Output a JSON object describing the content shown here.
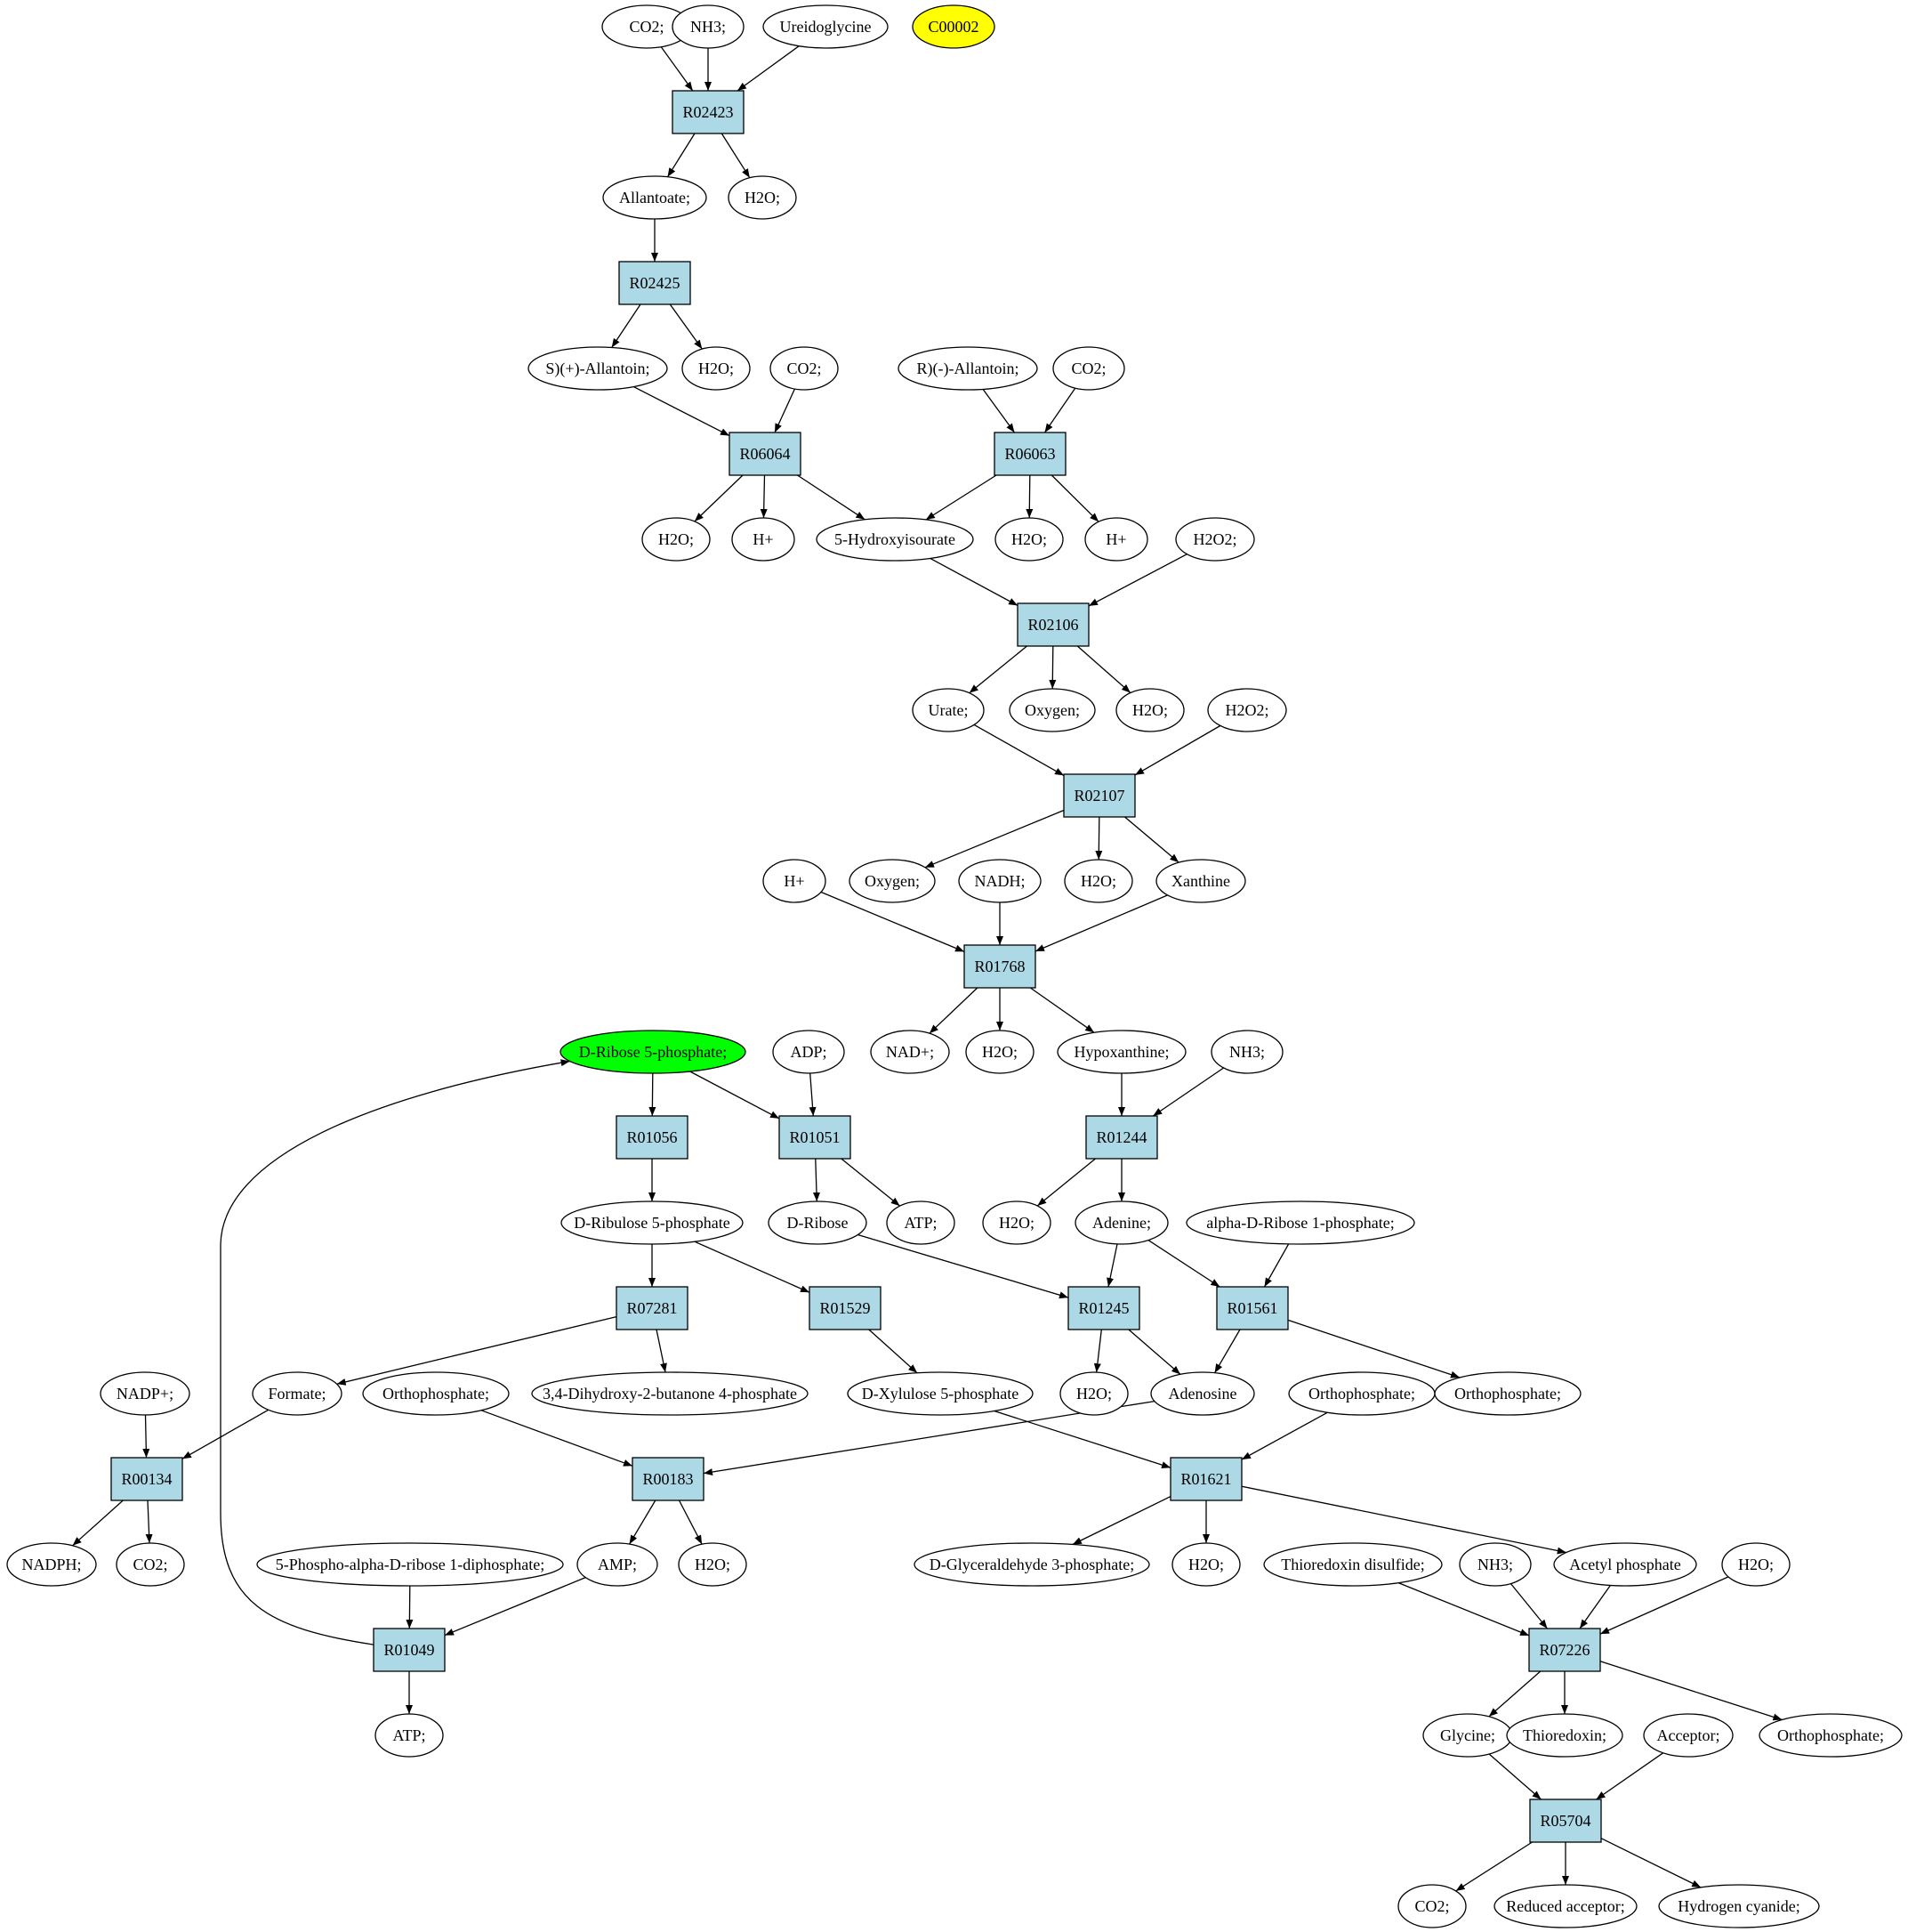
{
  "colors": {
    "reaction_fill": "#add8e6",
    "compound_fill": "#ffffff",
    "start_fill": "#00ff00",
    "target_fill": "#ffff00",
    "stroke": "#000000"
  },
  "nodes": {
    "c_co2_1": {
      "label": "CO2;",
      "shape": "ellipse"
    },
    "c_nh3_1": {
      "label": "NH3;",
      "shape": "ellipse"
    },
    "c_ureidoglycine": {
      "label": "Ureidoglycine",
      "shape": "ellipse"
    },
    "c_c00002": {
      "label": "C00002",
      "shape": "ellipse",
      "fill": "target"
    },
    "r_R02423": {
      "label": "R02423",
      "shape": "rect"
    },
    "c_allantoate": {
      "label": "Allantoate;",
      "shape": "ellipse"
    },
    "c_h2o_1": {
      "label": "H2O;",
      "shape": "ellipse"
    },
    "r_R02425": {
      "label": "R02425",
      "shape": "rect"
    },
    "c_s_allantoin": {
      "label": "S)(+)-Allantoin;",
      "shape": "ellipse"
    },
    "c_h2o_2": {
      "label": "H2O;",
      "shape": "ellipse"
    },
    "c_co2_2": {
      "label": "CO2;",
      "shape": "ellipse"
    },
    "c_r_allantoin": {
      "label": "R)(-)-Allantoin;",
      "shape": "ellipse"
    },
    "c_co2_3": {
      "label": "CO2;",
      "shape": "ellipse"
    },
    "r_R06064": {
      "label": "R06064",
      "shape": "rect"
    },
    "r_R06063": {
      "label": "R06063",
      "shape": "rect"
    },
    "c_h2o_3": {
      "label": "H2O;",
      "shape": "ellipse"
    },
    "c_hplus_1": {
      "label": "H+",
      "shape": "ellipse"
    },
    "c_5hiu": {
      "label": "5-Hydroxyisourate",
      "shape": "ellipse"
    },
    "c_h2o_4": {
      "label": "H2O;",
      "shape": "ellipse"
    },
    "c_hplus_2": {
      "label": "H+",
      "shape": "ellipse"
    },
    "c_h2o2_1": {
      "label": "H2O2;",
      "shape": "ellipse"
    },
    "r_R02106": {
      "label": "R02106",
      "shape": "rect"
    },
    "c_urate": {
      "label": "Urate;",
      "shape": "ellipse"
    },
    "c_oxygen_1": {
      "label": "Oxygen;",
      "shape": "ellipse"
    },
    "c_h2o_5": {
      "label": "H2O;",
      "shape": "ellipse"
    },
    "c_h2o2_2": {
      "label": "H2O2;",
      "shape": "ellipse"
    },
    "r_R02107": {
      "label": "R02107",
      "shape": "rect"
    },
    "c_hplus_3": {
      "label": "H+",
      "shape": "ellipse"
    },
    "c_oxygen_2": {
      "label": "Oxygen;",
      "shape": "ellipse"
    },
    "c_nadh": {
      "label": "NADH;",
      "shape": "ellipse"
    },
    "c_h2o_6": {
      "label": "H2O;",
      "shape": "ellipse"
    },
    "c_xanthine": {
      "label": "Xanthine",
      "shape": "ellipse"
    },
    "r_R01768": {
      "label": "R01768",
      "shape": "rect"
    },
    "c_r5p": {
      "label": "D-Ribose 5-phosphate;",
      "shape": "ellipse",
      "fill": "start"
    },
    "c_adp": {
      "label": "ADP;",
      "shape": "ellipse"
    },
    "c_nadplus": {
      "label": "NAD+;",
      "shape": "ellipse"
    },
    "c_h2o_7": {
      "label": "H2O;",
      "shape": "ellipse"
    },
    "c_hypoxanthine": {
      "label": "Hypoxanthine;",
      "shape": "ellipse"
    },
    "c_nh3_2": {
      "label": "NH3;",
      "shape": "ellipse"
    },
    "r_R01056": {
      "label": "R01056",
      "shape": "rect"
    },
    "r_R01051": {
      "label": "R01051",
      "shape": "rect"
    },
    "r_R01244": {
      "label": "R01244",
      "shape": "rect"
    },
    "c_ru5p": {
      "label": "D-Ribulose 5-phosphate",
      "shape": "ellipse"
    },
    "c_dribose": {
      "label": "D-Ribose",
      "shape": "ellipse"
    },
    "c_atp_1": {
      "label": "ATP;",
      "shape": "ellipse"
    },
    "c_h2o_8": {
      "label": "H2O;",
      "shape": "ellipse"
    },
    "c_adenine": {
      "label": "Adenine;",
      "shape": "ellipse"
    },
    "c_ar1p": {
      "label": "alpha-D-Ribose 1-phosphate;",
      "shape": "ellipse"
    },
    "r_R07281": {
      "label": "R07281",
      "shape": "rect"
    },
    "r_R01529": {
      "label": "R01529",
      "shape": "rect"
    },
    "r_R01245": {
      "label": "R01245",
      "shape": "rect"
    },
    "r_R01561": {
      "label": "R01561",
      "shape": "rect"
    },
    "c_nadpplus": {
      "label": "NADP+;",
      "shape": "ellipse"
    },
    "c_formate": {
      "label": "Formate;",
      "shape": "ellipse"
    },
    "c_ortho_1": {
      "label": "Orthophosphate;",
      "shape": "ellipse"
    },
    "c_dhbp": {
      "label": "3,4-Dihydroxy-2-butanone 4-phosphate",
      "shape": "ellipse"
    },
    "c_xu5p": {
      "label": "D-Xylulose 5-phosphate",
      "shape": "ellipse"
    },
    "c_h2o_9": {
      "label": "H2O;",
      "shape": "ellipse"
    },
    "c_adenosine": {
      "label": "Adenosine",
      "shape": "ellipse"
    },
    "c_ortho_2": {
      "label": "Orthophosphate;",
      "shape": "ellipse"
    },
    "c_ortho_3": {
      "label": "Orthophosphate;",
      "shape": "ellipse"
    },
    "r_R00134": {
      "label": "R00134",
      "shape": "rect"
    },
    "r_R00183": {
      "label": "R00183",
      "shape": "rect"
    },
    "r_R01621": {
      "label": "R01621",
      "shape": "rect"
    },
    "c_nadph": {
      "label": "NADPH;",
      "shape": "ellipse"
    },
    "c_co2_4": {
      "label": "CO2;",
      "shape": "ellipse"
    },
    "c_prpp": {
      "label": "5-Phospho-alpha-D-ribose 1-diphosphate;",
      "shape": "ellipse"
    },
    "c_amp": {
      "label": "AMP;",
      "shape": "ellipse"
    },
    "c_h2o_10": {
      "label": "H2O;",
      "shape": "ellipse"
    },
    "c_g3p": {
      "label": "D-Glyceraldehyde 3-phosphate;",
      "shape": "ellipse"
    },
    "c_h2o_11": {
      "label": "H2O;",
      "shape": "ellipse"
    },
    "c_trx_ss": {
      "label": "Thioredoxin disulfide;",
      "shape": "ellipse"
    },
    "c_nh3_3": {
      "label": "NH3;",
      "shape": "ellipse"
    },
    "c_acetylp": {
      "label": "Acetyl phosphate",
      "shape": "ellipse"
    },
    "c_h2o_12": {
      "label": "H2O;",
      "shape": "ellipse"
    },
    "r_R01049": {
      "label": "R01049",
      "shape": "rect"
    },
    "r_R07226": {
      "label": "R07226",
      "shape": "rect"
    },
    "c_atp_2": {
      "label": "ATP;",
      "shape": "ellipse"
    },
    "c_glycine": {
      "label": "Glycine;",
      "shape": "ellipse"
    },
    "c_thioredoxin": {
      "label": "Thioredoxin;",
      "shape": "ellipse"
    },
    "c_acceptor": {
      "label": "Acceptor;",
      "shape": "ellipse"
    },
    "c_ortho_4": {
      "label": "Orthophosphate;",
      "shape": "ellipse"
    },
    "r_R05704": {
      "label": "R05704",
      "shape": "rect"
    },
    "c_co2_5": {
      "label": "CO2;",
      "shape": "ellipse"
    },
    "c_red_acceptor": {
      "label": "Reduced acceptor;",
      "shape": "ellipse"
    },
    "c_hcn": {
      "label": "Hydrogen cyanide;",
      "shape": "ellipse"
    }
  },
  "edges": [
    [
      "c_co2_1",
      "r_R02423"
    ],
    [
      "c_nh3_1",
      "r_R02423"
    ],
    [
      "c_ureidoglycine",
      "r_R02423"
    ],
    [
      "r_R02423",
      "c_allantoate"
    ],
    [
      "r_R02423",
      "c_h2o_1"
    ],
    [
      "c_allantoate",
      "r_R02425"
    ],
    [
      "r_R02425",
      "c_s_allantoin"
    ],
    [
      "r_R02425",
      "c_h2o_2"
    ],
    [
      "c_s_allantoin",
      "r_R06064"
    ],
    [
      "c_co2_2",
      "r_R06064"
    ],
    [
      "c_r_allantoin",
      "r_R06063"
    ],
    [
      "c_co2_3",
      "r_R06063"
    ],
    [
      "r_R06064",
      "c_h2o_3"
    ],
    [
      "r_R06064",
      "c_hplus_1"
    ],
    [
      "r_R06064",
      "c_5hiu"
    ],
    [
      "r_R06063",
      "c_5hiu"
    ],
    [
      "r_R06063",
      "c_h2o_4"
    ],
    [
      "r_R06063",
      "c_hplus_2"
    ],
    [
      "c_5hiu",
      "r_R02106"
    ],
    [
      "c_h2o2_1",
      "r_R02106"
    ],
    [
      "r_R02106",
      "c_urate"
    ],
    [
      "r_R02106",
      "c_oxygen_1"
    ],
    [
      "r_R02106",
      "c_h2o_5"
    ],
    [
      "c_urate",
      "r_R02107"
    ],
    [
      "c_h2o2_2",
      "r_R02107"
    ],
    [
      "r_R02107",
      "c_oxygen_2"
    ],
    [
      "r_R02107",
      "c_h2o_6"
    ],
    [
      "r_R02107",
      "c_xanthine"
    ],
    [
      "c_hplus_3",
      "r_R01768"
    ],
    [
      "c_nadh",
      "r_R01768"
    ],
    [
      "c_xanthine",
      "r_R01768"
    ],
    [
      "r_R01768",
      "c_nadplus"
    ],
    [
      "r_R01768",
      "c_h2o_7"
    ],
    [
      "r_R01768",
      "c_hypoxanthine"
    ],
    [
      "c_r5p",
      "r_R01056"
    ],
    [
      "c_r5p",
      "r_R01051"
    ],
    [
      "c_adp",
      "r_R01051"
    ],
    [
      "c_hypoxanthine",
      "r_R01244"
    ],
    [
      "c_nh3_2",
      "r_R01244"
    ],
    [
      "r_R01056",
      "c_ru5p"
    ],
    [
      "r_R01051",
      "c_dribose"
    ],
    [
      "r_R01051",
      "c_atp_1"
    ],
    [
      "r_R01244",
      "c_h2o_8"
    ],
    [
      "r_R01244",
      "c_adenine"
    ],
    [
      "c_ru5p",
      "r_R07281"
    ],
    [
      "c_ru5p",
      "r_R01529"
    ],
    [
      "c_dribose",
      "r_R01245"
    ],
    [
      "c_adenine",
      "r_R01245"
    ],
    [
      "c_adenine",
      "r_R01561"
    ],
    [
      "c_ar1p",
      "r_R01561"
    ],
    [
      "r_R07281",
      "c_formate"
    ],
    [
      "r_R07281",
      "c_dhbp"
    ],
    [
      "r_R01529",
      "c_xu5p"
    ],
    [
      "r_R01245",
      "c_h2o_9"
    ],
    [
      "r_R01245",
      "c_adenosine"
    ],
    [
      "r_R01561",
      "c_adenosine"
    ],
    [
      "r_R01561",
      "c_ortho_3"
    ],
    [
      "c_nadpplus",
      "r_R00134"
    ],
    [
      "c_formate",
      "r_R00134"
    ],
    [
      "c_ortho_1",
      "r_R00183"
    ],
    [
      "c_adenosine",
      "r_R00183"
    ],
    [
      "c_xu5p",
      "r_R01621"
    ],
    [
      "c_ortho_2",
      "r_R01621"
    ],
    [
      "r_R00134",
      "c_nadph"
    ],
    [
      "r_R00134",
      "c_co2_4"
    ],
    [
      "r_R00183",
      "c_amp"
    ],
    [
      "r_R00183",
      "c_h2o_10"
    ],
    [
      "r_R01621",
      "c_g3p"
    ],
    [
      "r_R01621",
      "c_h2o_11"
    ],
    [
      "r_R01621",
      "c_acetylp"
    ],
    [
      "c_prpp",
      "r_R01049"
    ],
    [
      "c_amp",
      "r_R01049"
    ],
    [
      "r_R01049",
      "c_atp_2"
    ],
    [
      "r_R01049",
      "c_r5p",
      "curve"
    ],
    [
      "c_trx_ss",
      "r_R07226"
    ],
    [
      "c_nh3_3",
      "r_R07226"
    ],
    [
      "c_acetylp",
      "r_R07226"
    ],
    [
      "c_h2o_12",
      "r_R07226"
    ],
    [
      "r_R07226",
      "c_glycine"
    ],
    [
      "r_R07226",
      "c_thioredoxin"
    ],
    [
      "r_R07226",
      "c_ortho_4"
    ],
    [
      "c_glycine",
      "r_R05704"
    ],
    [
      "c_acceptor",
      "r_R05704"
    ],
    [
      "r_R05704",
      "c_co2_5"
    ],
    [
      "r_R05704",
      "c_red_acceptor"
    ],
    [
      "r_R05704",
      "c_hcn"
    ]
  ]
}
